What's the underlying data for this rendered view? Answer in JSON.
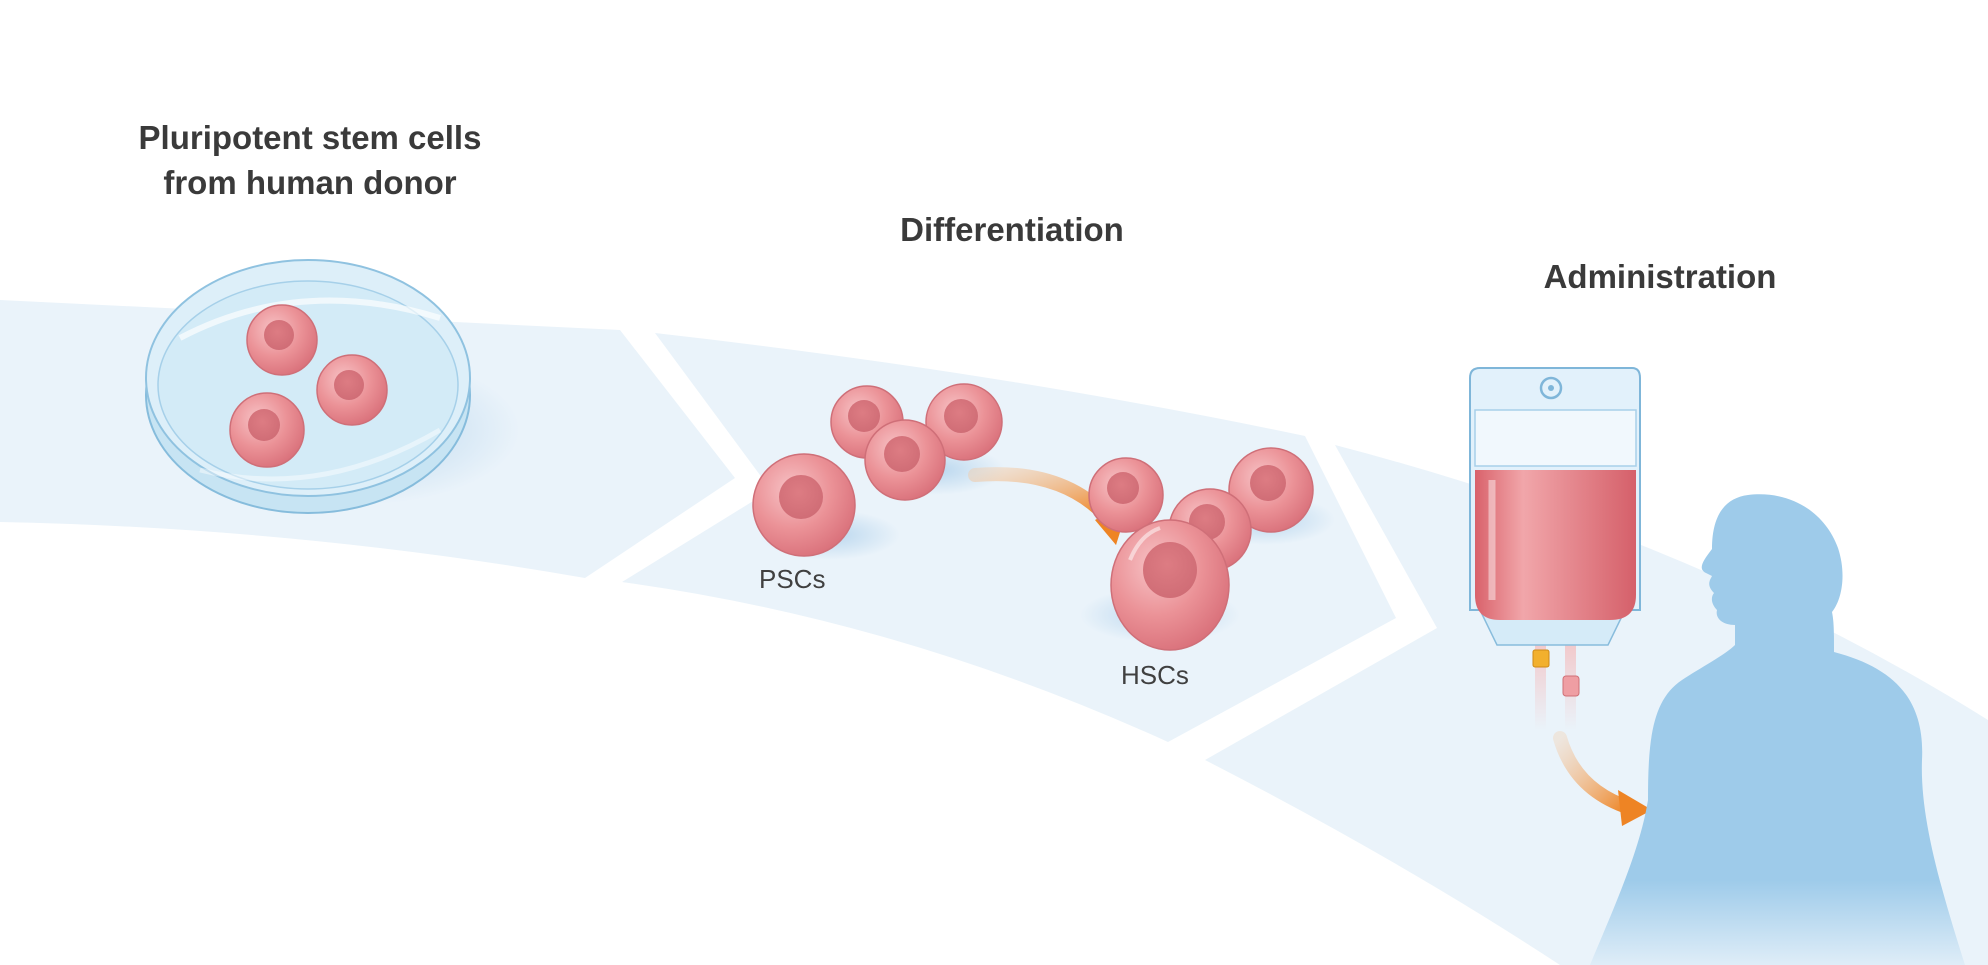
{
  "steps": {
    "donor": {
      "title_line1": "Pluripotent stem cells",
      "title_line2": "from human donor"
    },
    "differentiation": {
      "title": "Differentiation",
      "source_label": "PSCs",
      "result_label": "HSCs"
    },
    "administration": {
      "title": "Administration"
    }
  },
  "colors": {
    "band": "#eaf3fa",
    "cell": "#e8878c",
    "arrow": "#ee8a2a",
    "silhouette": "#9ecbea",
    "iv_fluid": "#e0737a",
    "title_text": "#3a3a3a"
  },
  "icons": [
    "petri-dish-icon",
    "stem-cell-icon",
    "iv-bag-icon",
    "human-silhouette-icon",
    "arrow-icon"
  ]
}
